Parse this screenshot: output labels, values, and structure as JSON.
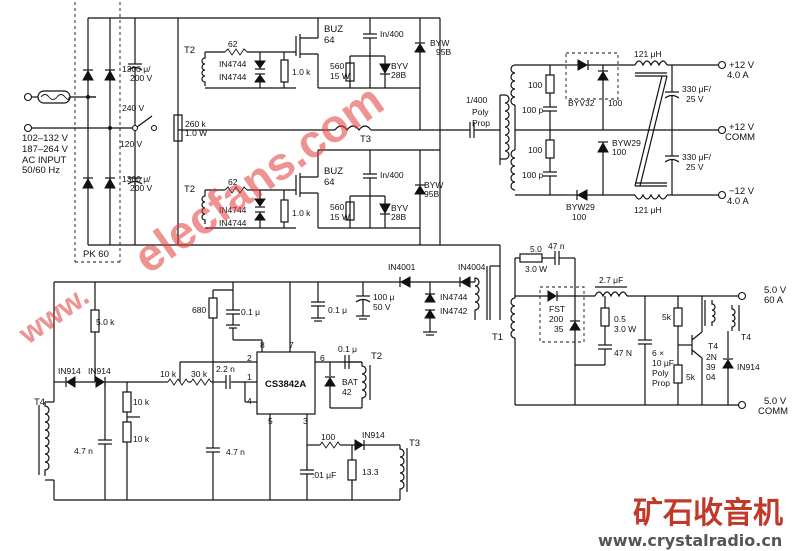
{
  "input": {
    "voltage_line1": "102–132 V",
    "voltage_line2": "187–264 V",
    "label_line3": "AC INPUT",
    "frequency": "50/60 Hz",
    "switch_240": "240 V",
    "switch_120": "120 V",
    "cap_top_value": "1300 μ/",
    "cap_top_voltage": "200 V",
    "cap_bot_value": "1300 μ/",
    "cap_bot_voltage": "200 V",
    "bridge_label": "PK 60",
    "bleed_resistor_value": "260 k",
    "bleed_resistor_power": "1.0 W"
  },
  "upper_switch": {
    "transformer": "T2",
    "resistor": "62",
    "zener1": "IN4744",
    "zener2": "IN4744",
    "gate_resistor": "1.0 k",
    "mosfet_name": "BUZ",
    "mosfet_number": "64",
    "snubber_cap": "In/400",
    "snubber_res": "560",
    "snubber_res_power": "15 W",
    "diode1_name": "BYV",
    "diode1_number": "28B",
    "diode2_name": "BYW",
    "diode2_number": "95B"
  },
  "lower_switch": {
    "transformer": "T2",
    "resistor": "62",
    "zener1": "IN4744",
    "zener2": "IN4744",
    "gate_resistor": "1.0 k",
    "mosfet_name": "BUZ",
    "mosfet_number": "64",
    "snubber_cap": "In/400",
    "snubber_res": "560",
    "snubber_res_power": "15 W",
    "diode1_name": "BYV",
    "diode1_number": "28B",
    "diode2_name": "BYW",
    "diode2_number": "95B"
  },
  "coupling": {
    "cap_value": "1/400",
    "cap_type1": "Poly",
    "cap_type2": "Prop",
    "transformer_t3": "T3"
  },
  "output_12v": {
    "rc1_res": "100",
    "rc1_cap": "100 p",
    "rc2_res": "100",
    "rc2_cap": "100 p",
    "diode_top_name": "BYV32",
    "diode_top_res": "100",
    "diode_mid_name": "BYW29",
    "diode_mid_value": "100",
    "diode_bot_name": "BYW29",
    "diode_bot_value": "100",
    "inductor_top": "121 μH",
    "inductor_bot": "121 μH",
    "cap_top_value": "330 μF/",
    "cap_top_voltage": "25 V",
    "cap_bot_value": "330 μF/",
    "cap_bot_voltage": "25 V",
    "out_pos_voltage": "+12 V",
    "out_pos_current": "4.0 A",
    "out_com_voltage": "+12 V",
    "out_com_label": "COMM",
    "out_neg_voltage": "−12 V",
    "out_neg_current": "4.0 A"
  },
  "output_5v": {
    "snub_res": "5.0",
    "snub_res_power": "3.0 W",
    "snub_cap": "47 n",
    "rectifier_name": "FST",
    "rectifier_num1": "200",
    "rectifier_num2": "35",
    "inductor": "2.7 μF",
    "rc_res": "0.5",
    "rc_res_power": "3.0 W",
    "rc_cap": "47 N",
    "cap_count": "6 ×",
    "cap_value": "10 μF",
    "cap_type1": "Poly",
    "cap_type2": "Prop",
    "res_5k_top": "5k",
    "res_5k_bot": "5k",
    "transistor_name": "2N",
    "transistor_num1": "39",
    "transistor_num2": "04",
    "t4_label_a": "T4",
    "t4_label_b": "T4",
    "diode": "IN914",
    "out_pos_voltage": "5.0 V",
    "out_pos_current": "60 A",
    "out_com_voltage": "5.0 V",
    "out_com_label": "COMM"
  },
  "controller": {
    "ic_name": "CS3842A",
    "pin1": "1",
    "pin2": "2",
    "pin3": "3",
    "pin4": "4",
    "pin5": "5",
    "pin6": "6",
    "pin7": "7",
    "pin8": "8",
    "res_680": "680",
    "cap_01_a": "0.1 μ",
    "cap_01_b": "0.1 μ",
    "cap_100u_value": "100 μ",
    "cap_100u_voltage": "50 V",
    "diode_in4001": "IN4001",
    "diode_in4004": "IN4004",
    "zener_in4744": "IN4744",
    "zener_in4742": "IN4742",
    "transformer_t1": "T1",
    "res_5k": "5.0 k",
    "diode_in914_a": "IN914",
    "diode_in914_b": "IN914",
    "t4_label": "T4",
    "cap_47n_a": "4.7 n",
    "cap_47n_b": "4.7 n",
    "res_10k_a": "10 k",
    "res_10k_b": "10 k",
    "res_10k_c": "10 k",
    "res_30k": "30 k",
    "cap_22n": "2.2 n",
    "cap_01_c": "0.1 μ",
    "diode_bat": "BAT",
    "diode_bat_num": "42",
    "transformer_t2": "T2",
    "res_100": "100",
    "diode_in914_c": "IN914",
    "cap_01uF": ".01 μF",
    "res_133": "13.3",
    "transformer_t3": "T3"
  },
  "watermarks": {
    "site_top": "elecfans.com",
    "site_left": "www.",
    "brand": "矿石收音机",
    "site_bottom": "www.crystalradio.cn"
  }
}
